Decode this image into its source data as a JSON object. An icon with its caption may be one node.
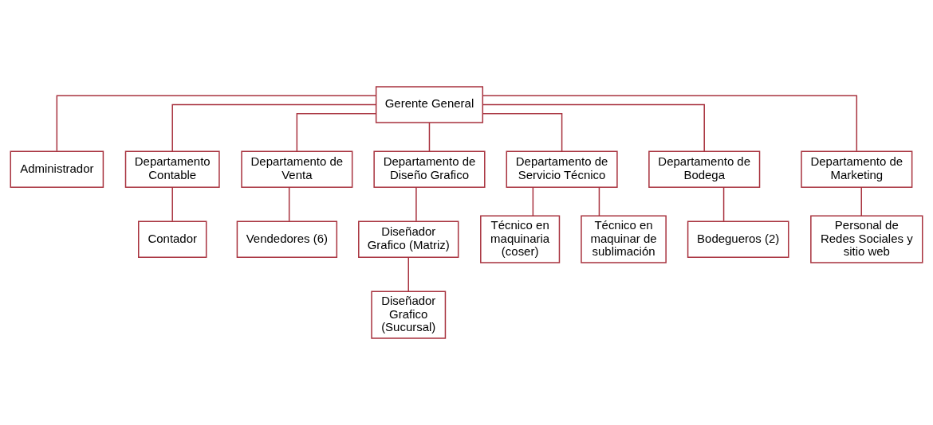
{
  "diagram": {
    "nodes": [
      {
        "text": [
          "Gerente General"
        ]
      },
      {
        "text": [
          "Administrador"
        ]
      },
      {
        "text": [
          "Departamento Contable"
        ]
      },
      {
        "text": [
          "Departamento de Venta"
        ]
      },
      {
        "text": [
          "Departamento de Diseño Grafico"
        ]
      },
      {
        "text": [
          "Departamento de Servicio Técnico"
        ]
      },
      {
        "text": [
          "Departamento de Bodega"
        ]
      },
      {
        "text": [
          "Departamento de Marketing"
        ]
      },
      {
        "text": [
          "Contador"
        ]
      },
      {
        "text": [
          "Vendedores (6)"
        ]
      },
      {
        "text": [
          "Diseñador Grafico (Matriz)"
        ]
      },
      {
        "text": [
          "Diseñador Grafico (Sucursal)"
        ]
      },
      {
        "text": [
          "Técnico en maquinaria (coser)"
        ]
      },
      {
        "text": [
          "Técnico en maquinar de sublimación"
        ]
      },
      {
        "text": [
          "Bodegueros (2)"
        ]
      },
      {
        "text": [
          "Personal de Redes Sociales y sitio web"
        ]
      }
    ],
    "edges": [
      {
        "from": 0,
        "to": 1,
        "arrow": "none"
      },
      {
        "from": 0,
        "to": 2,
        "arrow": "none"
      },
      {
        "from": 0,
        "to": 3,
        "arrow": "none"
      },
      {
        "from": 0,
        "to": 4,
        "arrow": "none"
      },
      {
        "from": 0,
        "to": 5,
        "arrow": "none"
      },
      {
        "from": 0,
        "to": 6,
        "arrow": "none"
      },
      {
        "from": 0,
        "to": 7,
        "arrow": "none"
      },
      {
        "from": 2,
        "to": 8,
        "arrow": "none"
      },
      {
        "from": 3,
        "to": 9,
        "arrow": "none"
      },
      {
        "from": 4,
        "to": 10,
        "arrow": "none"
      },
      {
        "from": 10,
        "to": 11,
        "arrow": "none"
      },
      {
        "from": 5,
        "to": 12,
        "arrow": "none"
      },
      {
        "from": 5,
        "to": 13,
        "arrow": "none"
      },
      {
        "from": 6,
        "to": 14,
        "arrow": "none"
      },
      {
        "from": 7,
        "to": 15,
        "arrow": "none"
      }
    ]
  }
}
